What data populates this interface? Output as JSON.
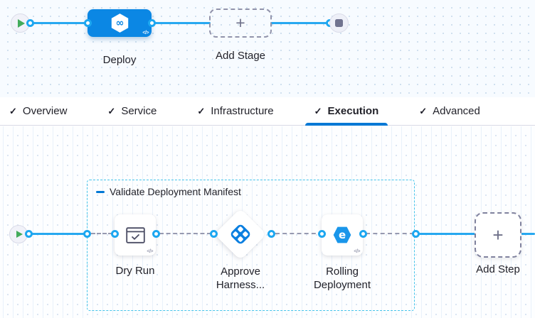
{
  "stage_pipeline": {
    "deploy_label": "Deploy",
    "add_stage_label": "Add Stage"
  },
  "tabs": [
    {
      "label": "Overview",
      "checked": true,
      "active": false
    },
    {
      "label": "Service",
      "checked": true,
      "active": false
    },
    {
      "label": "Infrastructure",
      "checked": true,
      "active": false
    },
    {
      "label": "Execution",
      "checked": true,
      "active": true
    },
    {
      "label": "Advanced",
      "checked": true,
      "active": false
    }
  ],
  "execution": {
    "group_label": "Validate Deployment Manifest",
    "steps": [
      {
        "label": "Dry Run",
        "type": "step"
      },
      {
        "label": "Approve Harness...",
        "type": "approval"
      },
      {
        "label": "Rolling Deployment",
        "type": "step"
      }
    ],
    "add_step_label": "Add Step"
  },
  "icons": {
    "check": "✓",
    "plus": "+",
    "code": "</>",
    "infinity": "∞",
    "rolling_glyph": "e"
  },
  "colors": {
    "accent_blue": "#0b87e4",
    "primary_blue": "#0278d5",
    "connector_blue": "#27a8f0",
    "group_border_cyan": "#45c4ea",
    "play_green": "#43ab5b",
    "stop_gray": "#70738f"
  }
}
